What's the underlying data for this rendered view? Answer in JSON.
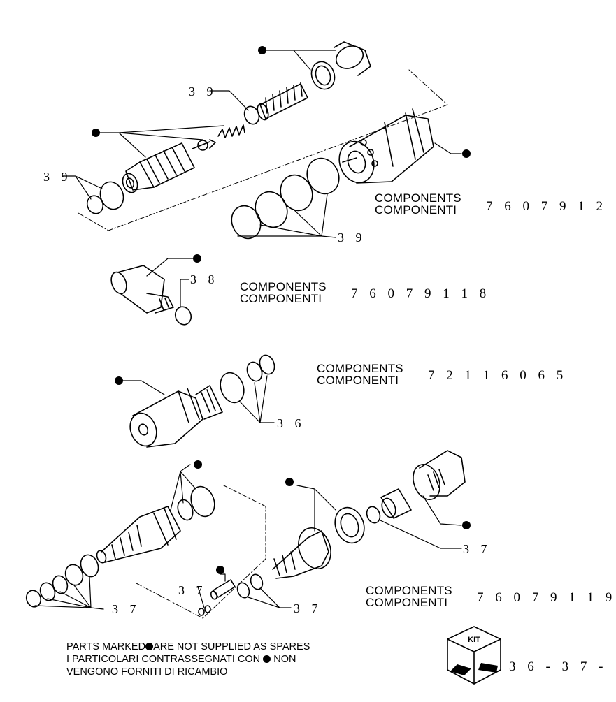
{
  "groups": [
    {
      "label_en": "COMPONENTS",
      "label_it": "COMPONENTI",
      "code": "7 6 0 7 9 1 2"
    },
    {
      "label_en": "COMPONENTS",
      "label_it": "COMPONENTI",
      "code": "7 6 0 7 9 1 1 8"
    },
    {
      "label_en": "COMPONENTS",
      "label_it": "COMPONENTI",
      "code": "7 2 1 1 6 0 6 5"
    },
    {
      "label_en": "COMPONENTS",
      "label_it": "COMPONENTI",
      "code": "7 6 0 7 9 1 1 9"
    }
  ],
  "refs": {
    "r39a": "3 9",
    "r39b": "3 9",
    "r39c": "3 9",
    "r38": "3 8",
    "r36": "3 6",
    "r37a": "3 7",
    "r37b": "3 7",
    "r37c": "3 7",
    "r37d": "3 7"
  },
  "note": {
    "line1_a": "PARTS MARKED",
    "line1_b": "ARE NOT SUPPLIED AS SPARES",
    "line2_a": "I PARTICOLARI  CONTRASSEGNATI  CON",
    "line2_b": "NON",
    "line3": "VENGONO FORNITI DI RICAMBIO"
  },
  "kit": {
    "label": "KIT",
    "page_ref": "3 6 - 3 7 -"
  }
}
